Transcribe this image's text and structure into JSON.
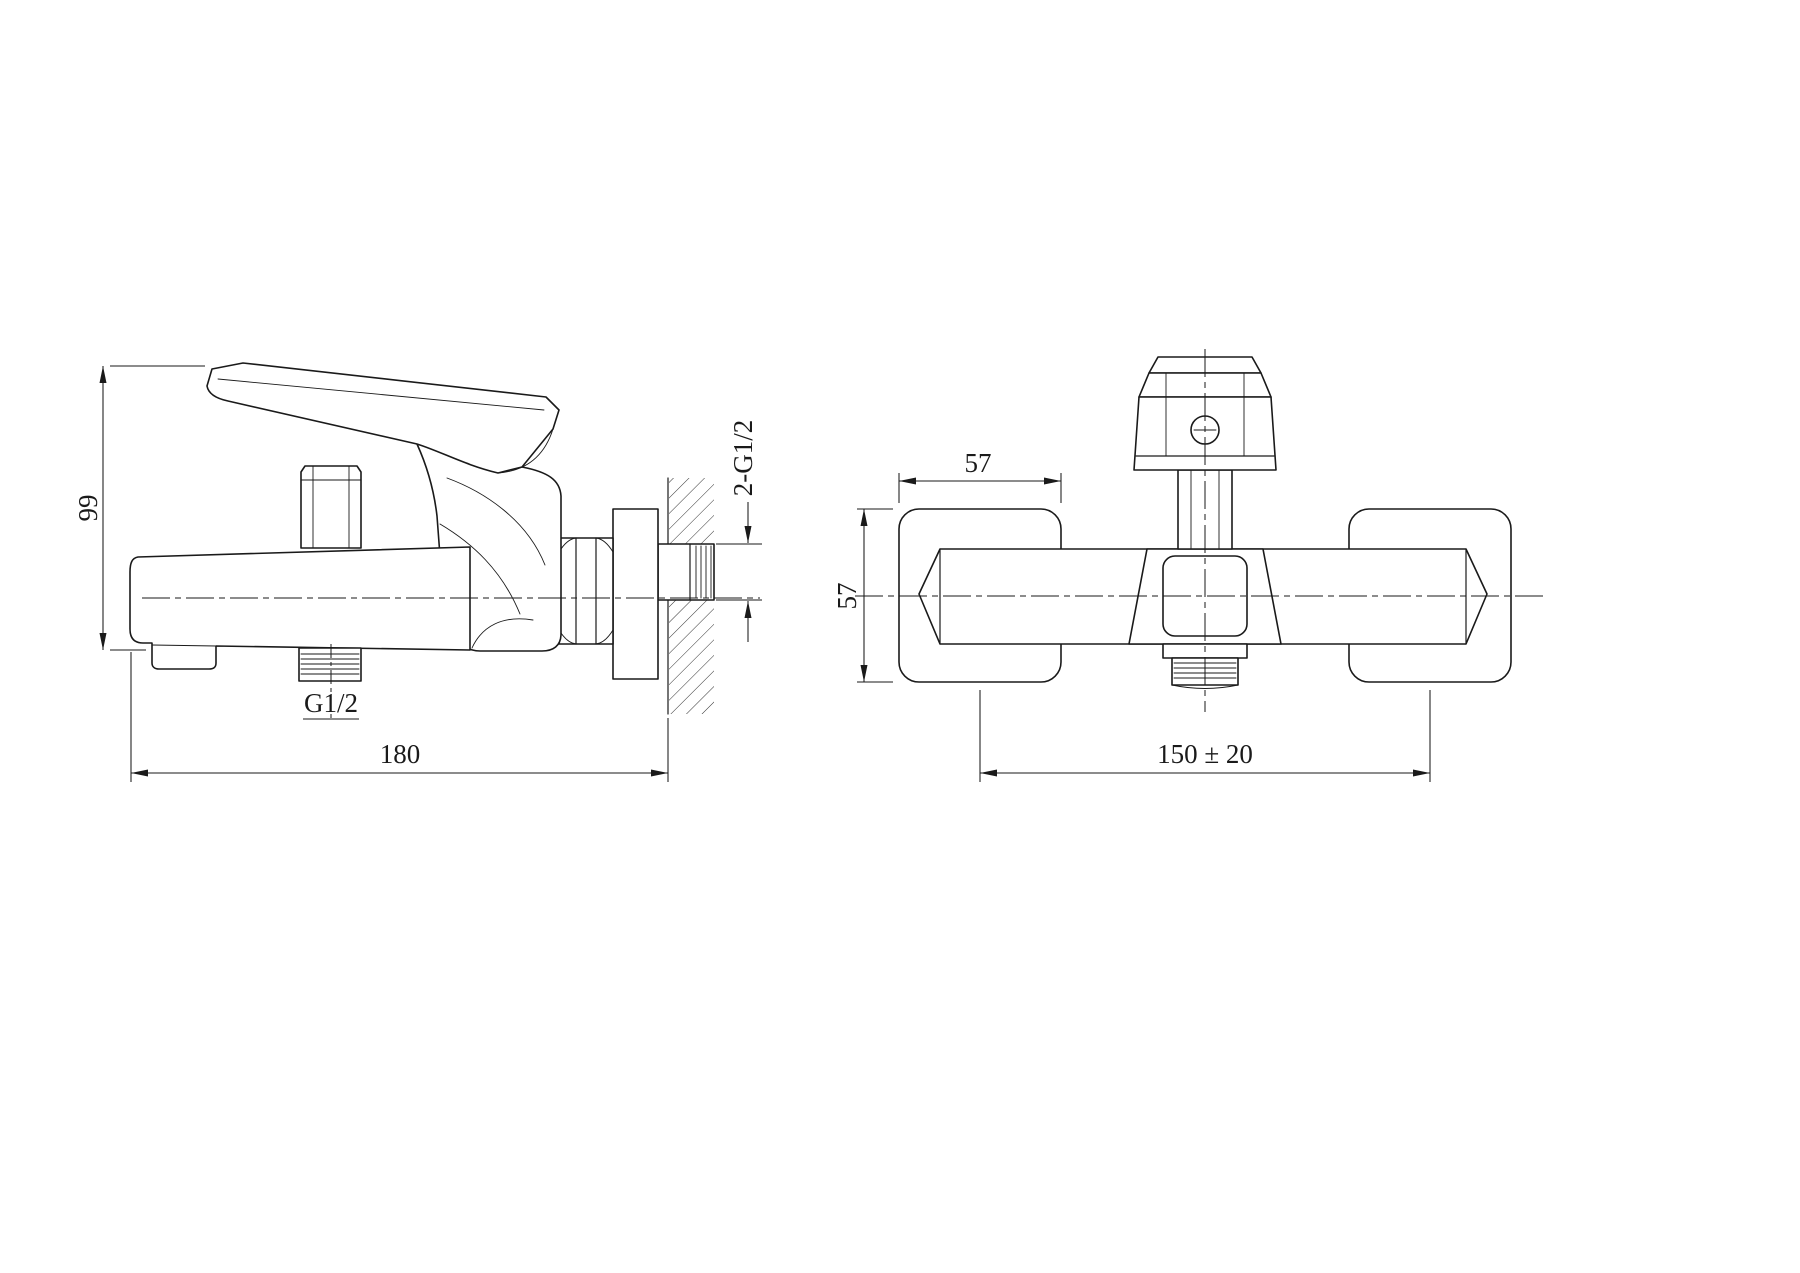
{
  "page": {
    "background": "#ffffff",
    "line_color": "#1a1a1a"
  },
  "side_view": {
    "dim_height": "99",
    "dim_length": "180",
    "spout_outlet_thread": "G1/2",
    "wall_inlet_thread": "2-G1/2"
  },
  "front_view": {
    "dim_escutcheon_width": "57",
    "dim_escutcheon_height": "57",
    "dim_inlet_spacing": "150 ± 20"
  }
}
